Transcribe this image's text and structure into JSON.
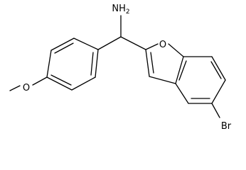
{
  "molecule": {
    "atom_labels": {
      "amine": "NH2",
      "methoxy_oxygen": "O",
      "furan_oxygen": "O",
      "bromine": "Br"
    }
  }
}
